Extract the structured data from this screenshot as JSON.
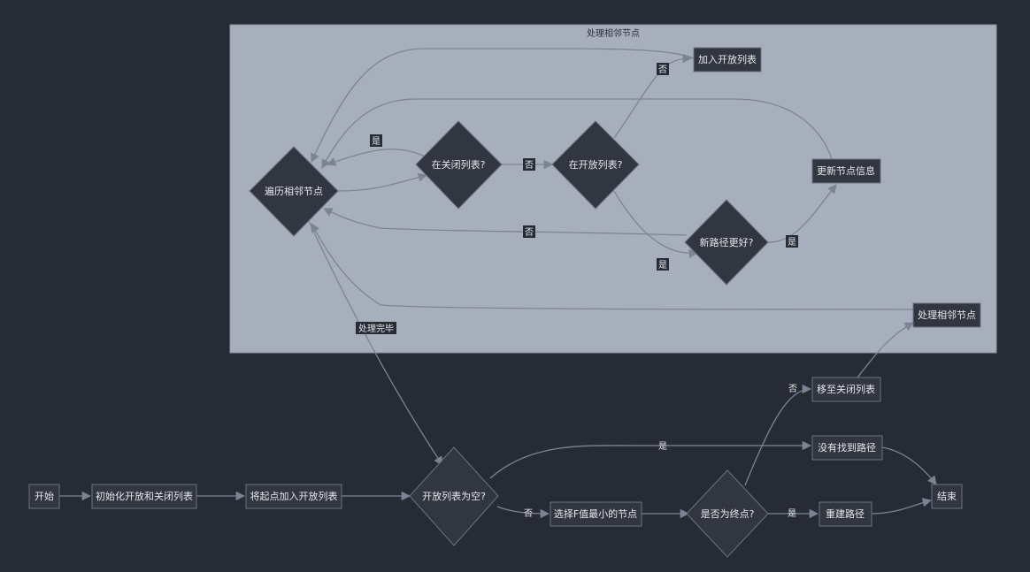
{
  "colors": {
    "background": "#262b35",
    "cluster_fill": "#a7afbc",
    "node_fill": "#323640",
    "node_stroke": "#6b7283",
    "edge": "#7c8394",
    "text": "#e6e8ec"
  },
  "cluster": {
    "title": "处理相邻节点"
  },
  "nodes": {
    "start": "开始",
    "init": "初始化开放和关闭列表",
    "add_start": "将起点加入开放列表",
    "open_empty": "开放列表为空?",
    "select_min": "选择F值最小的节点",
    "is_goal": "是否为终点?",
    "rebuild": "重建路径",
    "no_path": "没有找到路径",
    "end": "结束",
    "move_closed": "移至关闭列表",
    "process_neighbors": "处理相邻节点",
    "iterate": "遍历相邻节点",
    "in_closed": "在关闭列表?",
    "in_open": "在开放列表?",
    "add_open": "加入开放列表",
    "better_path": "新路径更好?",
    "update": "更新节点信息"
  },
  "edge_labels": {
    "empty_yes": "是",
    "empty_no": "否",
    "goal_yes": "是",
    "goal_no": "否",
    "closed_yes": "是",
    "closed_no": "否",
    "open_no": "否",
    "open_yes": "是",
    "better_no": "否",
    "better_yes": "是",
    "done": "处理完毕"
  }
}
